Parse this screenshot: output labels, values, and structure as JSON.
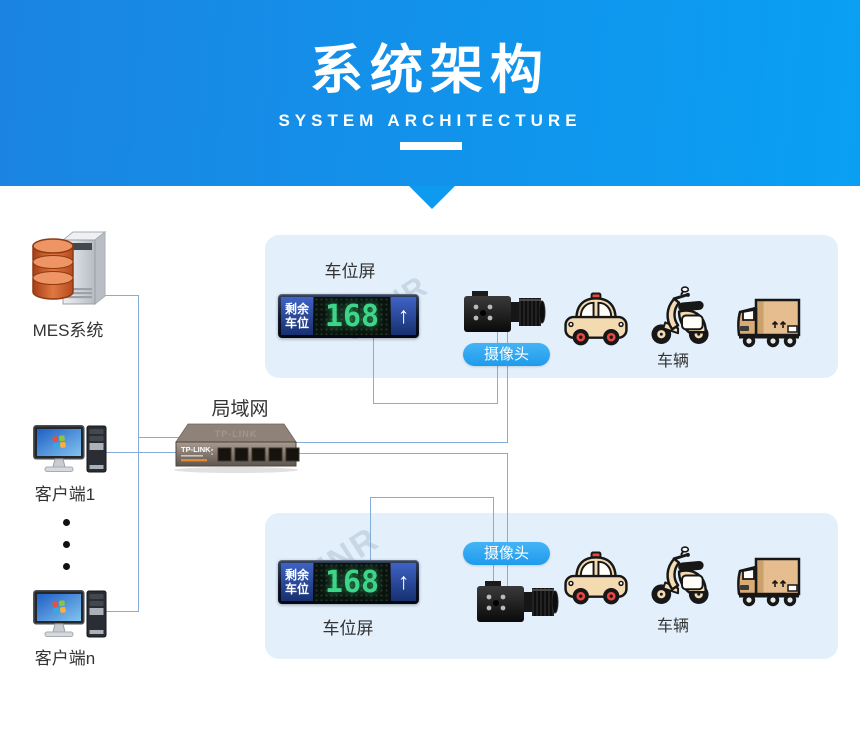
{
  "header": {
    "title": "系统架构",
    "subtitle": "SYSTEM ARCHITECTURE"
  },
  "left_nodes": {
    "mes_label": "MES系统",
    "client1_label": "客户端1",
    "clientn_label": "客户端n"
  },
  "network": {
    "lan_label": "局域网",
    "device_brand": "TP-LINK"
  },
  "panels": [
    {
      "screen_label": "车位屏",
      "camera_label": "摄像头",
      "vehicles_label": "车辆",
      "display": {
        "line1": "剩余",
        "line2": "车位",
        "value": "168",
        "arrow": "↑"
      }
    },
    {
      "screen_label": "车位屏",
      "camera_label": "摄像头",
      "vehicles_label": "车辆",
      "display": {
        "line1": "剩余",
        "line2": "车位",
        "value": "168",
        "arrow": "↑"
      }
    }
  ],
  "watermark": "SUNR",
  "colors": {
    "banner_start": "#1B84E2",
    "banner_end": "#09A0F3",
    "panel_bg": "#E3F0FC",
    "line": "#85ADD9",
    "pill": "#2CA7F2",
    "led_green": "#3DD689",
    "display_blue": "#2A4FA8"
  }
}
